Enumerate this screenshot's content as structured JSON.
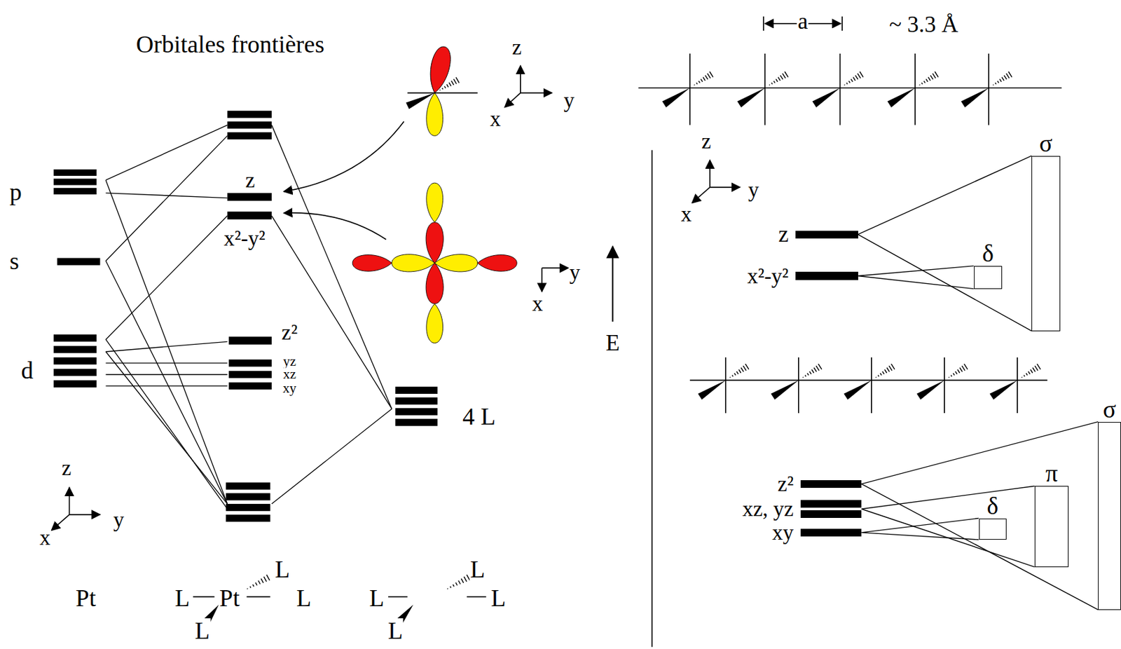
{
  "diagram": {
    "nodes": [
      {
        "text": [
          "z"
        ]
      },
      {
        "text": [
          "x²-y²"
        ]
      },
      {
        "text": [
          "σ"
        ]
      },
      {
        "text": [
          "δ"
        ]
      },
      {
        "text": [
          "z²"
        ]
      },
      {
        "text": [
          "xz, yz"
        ]
      },
      {
        "text": [
          "xy"
        ]
      },
      {
        "text": [
          "σ"
        ]
      },
      {
        "text": [
          "π"
        ]
      },
      {
        "text": [
          "δ"
        ]
      }
    ],
    "edges": [
      {
        "from": 0,
        "to": 2,
        "arrow": "none"
      },
      {
        "from": 1,
        "to": 3,
        "arrow": "none"
      },
      {
        "from": 4,
        "to": 7,
        "arrow": "none"
      },
      {
        "from": 5,
        "to": 8,
        "arrow": "none"
      },
      {
        "from": 6,
        "to": 9,
        "arrow": "none"
      }
    ],
    "labels": [
      "Orbitales frontières",
      "p",
      "s",
      "d",
      "z",
      "x²-y²",
      "z²",
      "yz",
      "xz",
      "xy",
      "4 L",
      "z",
      "y",
      "x",
      "y",
      "x",
      "E",
      "z",
      "y",
      "x",
      "Pt",
      "L",
      "L",
      "Pt",
      "L",
      "L",
      "L",
      "L",
      "L",
      "L",
      "a",
      "~ 3.3 Å",
      "z",
      "y",
      "x"
    ]
  }
}
